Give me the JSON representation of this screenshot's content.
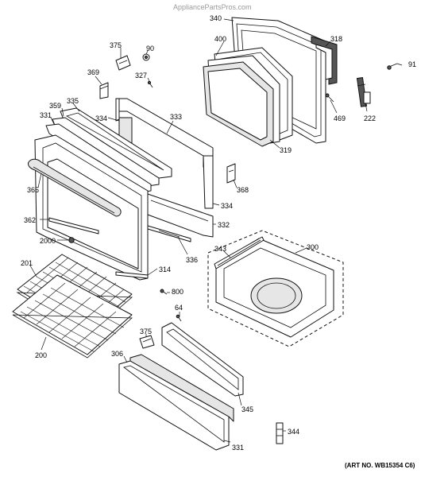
{
  "watermark": "AppliancePartsPros.com",
  "art_number": "(ART NO. WB15354 C6)",
  "parts": {
    "p340": "340",
    "p318": "318",
    "p400": "400",
    "p375a": "375",
    "p90": "90",
    "p91": "91",
    "p369": "369",
    "p327": "327",
    "p469": "469",
    "p222": "222",
    "p335": "335",
    "p359": "359",
    "p331a": "331",
    "p334a": "334",
    "p333": "333",
    "p319": "319",
    "p365": "365",
    "p368": "368",
    "p334b": "334",
    "p362": "362",
    "p332": "332",
    "p300": "300",
    "p343": "343",
    "p2000": "2000",
    "p336": "336",
    "p201": "201",
    "p314": "314",
    "p800": "800",
    "p64": "64",
    "p375b": "375",
    "p200": "200",
    "p306": "306",
    "p345": "345",
    "p344": "344",
    "p331b": "331"
  }
}
